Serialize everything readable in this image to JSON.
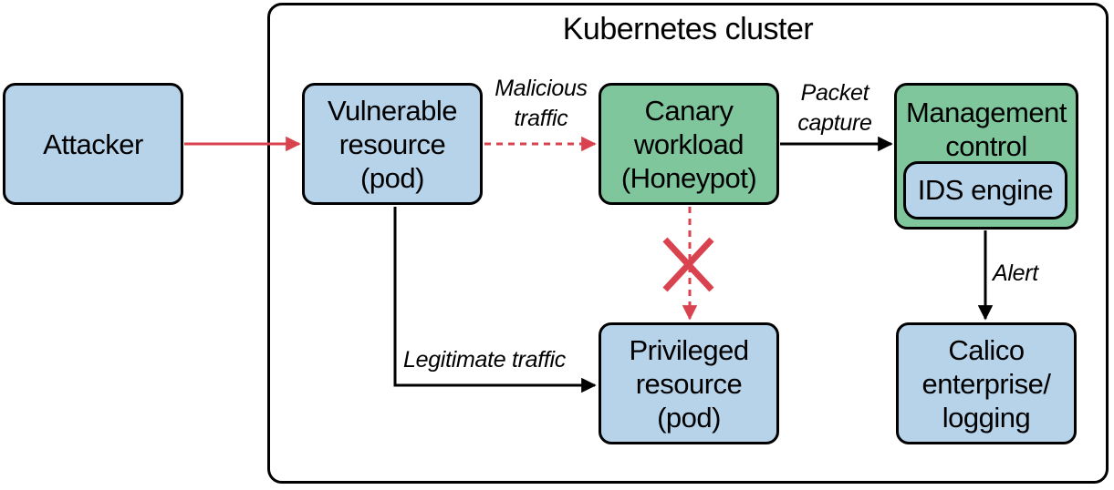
{
  "diagram": {
    "cluster_title": "Kubernetes cluster",
    "nodes": {
      "attacker": "Attacker",
      "vulnerable": "Vulnerable\nresource\n(pod)",
      "canary": "Canary\nworkload\n(Honeypot)",
      "management": "Management\ncontrol",
      "ids": "IDS engine",
      "privileged": "Privileged\nresource\n(pod)",
      "calico": "Calico\nenterprise/\nlogging"
    },
    "edges": {
      "malicious": "Malicious\ntraffic",
      "packet_capture": "Packet\ncapture",
      "alert": "Alert",
      "legitimate": "Legitimate traffic"
    }
  },
  "colors": {
    "pod_fill": "#b6d3ea",
    "workload_fill": "#7fc69d",
    "malicious_arrow": "#d9434f",
    "blocked_cross": "#d9434f",
    "normal_arrow": "#000000"
  }
}
